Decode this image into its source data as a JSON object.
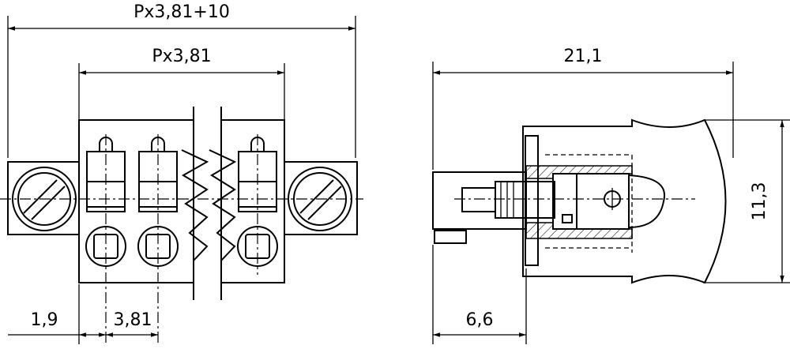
{
  "dimensions": {
    "total_width": "Px3,81+10",
    "pitch_width": "Px3,81",
    "offset": "1,9",
    "pitch": "3,81",
    "depth": "21,1",
    "height": "11,3",
    "pin_length": "6,6"
  },
  "colors": {
    "line": "#000000",
    "background": "#ffffff"
  }
}
